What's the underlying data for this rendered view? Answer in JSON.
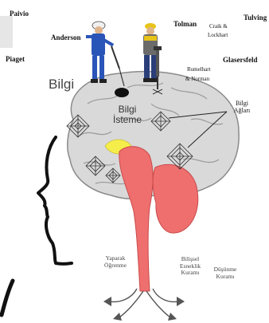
{
  "researchers": {
    "paivio": "Paivio",
    "anderson": "Anderson",
    "piaget": "Piaget",
    "tolman": "Tolman",
    "craik": "Craik &",
    "lockhart": "Lockhart",
    "tulving": "Tulving",
    "rumelhart": "Rumelhart",
    "norman": "& Norman",
    "glasersfeld": "Glasersfeld"
  },
  "brain": {
    "bilgi": "Bilgi",
    "bilgi_isteme_1": "Bilgi",
    "bilgi_isteme_2": "İsteme",
    "bilgi_aglari_1": "Bilgi",
    "bilgi_aglari_2": "Ağları"
  },
  "theories": {
    "yaparak_1": "Yaparak",
    "yaparak_2": "Öğrenme",
    "bilissel_1": "Bilişsel",
    "bilissel_2": "Esneklik",
    "bilissel_3": "Kuramı",
    "dusunme_1": "Düşünme",
    "dusunme_2": "Kuramı"
  },
  "colors": {
    "brain": "#d9d9d9",
    "brain_outline": "#8a8a8a",
    "brainstem": "#ef6f6f",
    "yellow": "#f5ee4a",
    "worker_blue": "#2a55b8",
    "worker_yellow": "#e8c31a"
  }
}
